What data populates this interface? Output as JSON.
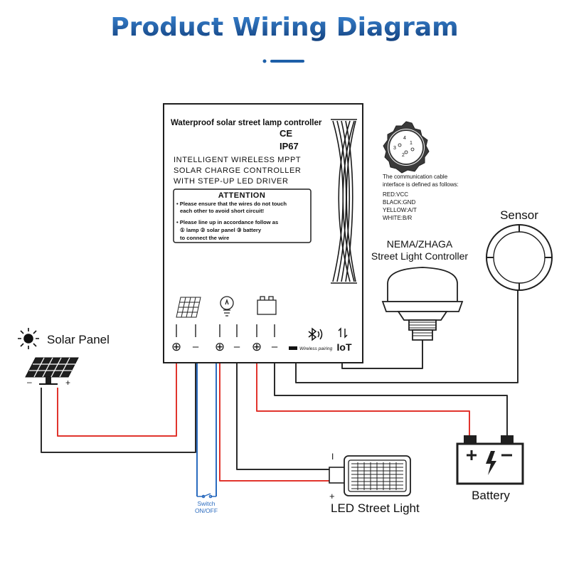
{
  "title": "Product Wiring Diagram",
  "controller": {
    "heading": "Waterproof solar street lamp controller",
    "cert_ce": "CE",
    "cert_ip": "IP67",
    "desc_lines": [
      "INTELLIGENT WIRELESS MPPT",
      "SOLAR CHARGE CONTROLLER",
      "WITH STEP-UP LED DRIVER"
    ],
    "attention_title": "ATTENTION",
    "attention_lines": [
      "• Please ensure that the wires do not touch",
      "each other to avoid short circuit!",
      "• Please line up in accordance follow as",
      "① lamp ② solar panel ③ battery",
      "to connect the wire"
    ],
    "terminal_plus": "⊕",
    "terminal_minus": "–",
    "wireless_label": "Wireless pairing",
    "iot_label": "IoT"
  },
  "comm_cable": {
    "lines": [
      "The communication cable",
      "interface is defined as follows:",
      "RED:VCC",
      "BLACK:GND",
      "YELLOW:A/T",
      "WHITE:B/R"
    ],
    "pins": [
      "4",
      "1",
      "3",
      "2"
    ]
  },
  "nema": {
    "line1": "NEMA/ZHAGA",
    "line2": "Street Light Controller"
  },
  "sensor": {
    "label": "Sensor"
  },
  "solar_panel": {
    "label": "Solar Panel",
    "minus": "–",
    "plus": "+"
  },
  "battery": {
    "label": "Battery"
  },
  "led": {
    "label": "LED Street Light",
    "minus": "I",
    "plus": "+"
  },
  "switch": {
    "line1": "Switch",
    "line2": "ON/OFF"
  },
  "colors": {
    "title_blue": "#1d5fa8",
    "wire_red": "#e1342d",
    "wire_black": "#2b2b2b",
    "wire_blue": "#2a6bbf"
  }
}
